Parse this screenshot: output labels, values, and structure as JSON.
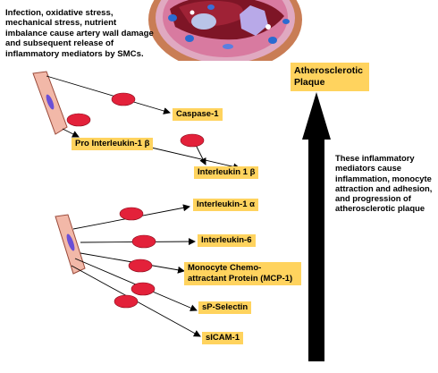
{
  "intro_text": "Infection, oxidative stress, mechanical stress, nutrient imbalance cause artery wall damage and subsequent release of inflammatory mediators by SMCs.",
  "plaque_label": "Atherosclerotic Plaque",
  "side_note": "These inflammatory mediators cause inflammation, monocyte attraction and adhesion, and progression of atherosclerotic plaque",
  "mediators": {
    "caspase1": "Caspase-1",
    "pro_il1b": "Pro Interleukin-1 β",
    "il1b": "Interleukin 1 β",
    "il1a": "Interleukin-1 α",
    "il6": "Interleukin-6",
    "mcp1": "Monocyte Chemo-attractant Protein (MCP-1)",
    "selectin": "sP-Selectin",
    "icam1": "sICAM-1"
  },
  "colors": {
    "label_fill": "#ffd35e",
    "oval_fill": "#e3213a",
    "cell_fill": "#f2b8a8",
    "nucleus_fill": "#6a4fd6",
    "arrow": "#000000"
  }
}
